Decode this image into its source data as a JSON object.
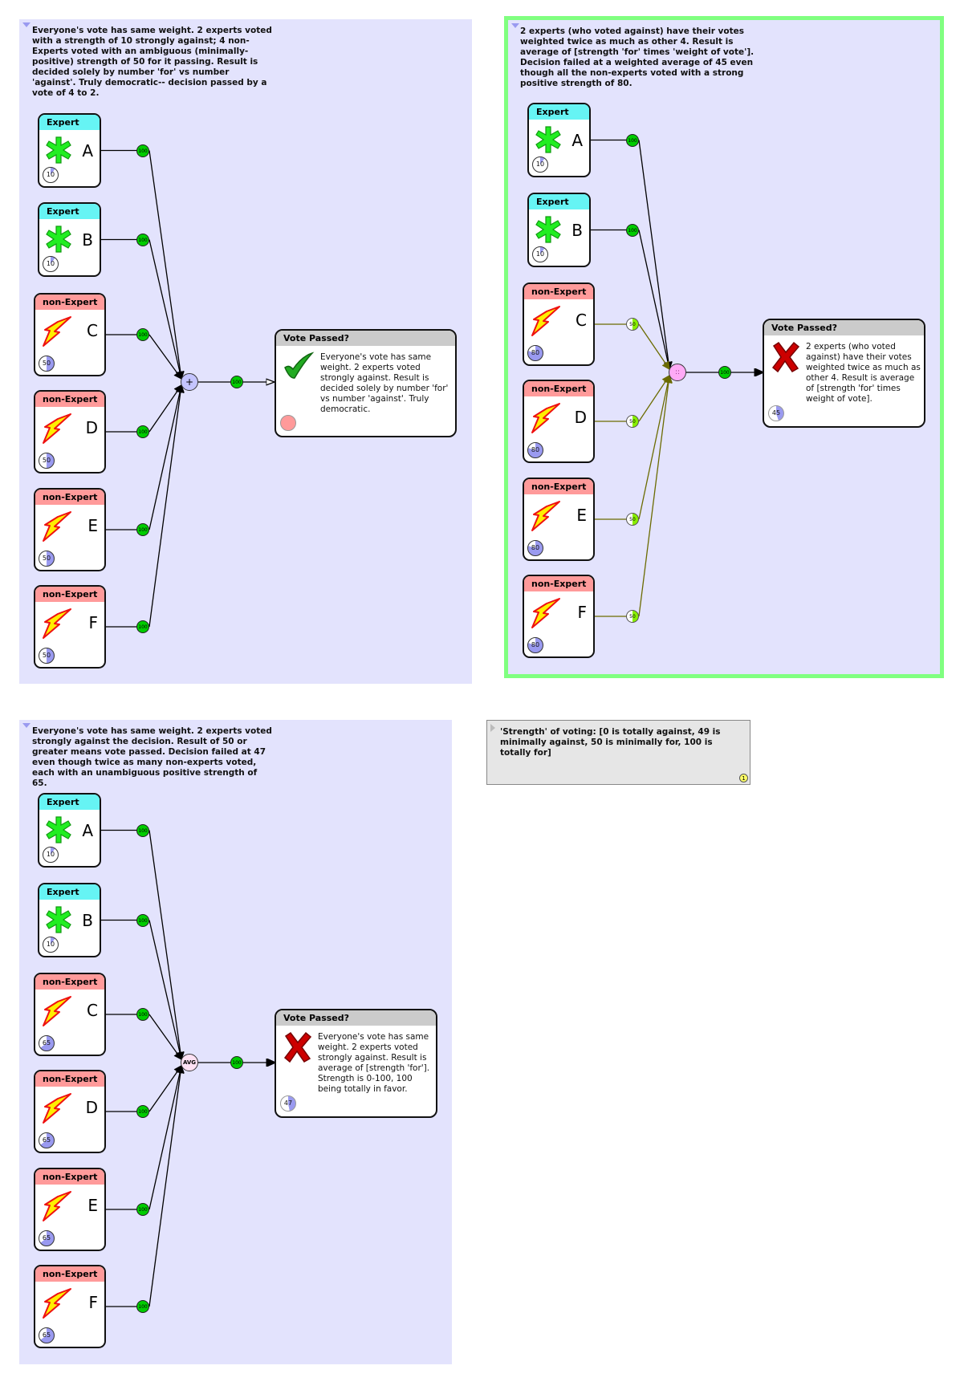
{
  "panels": [
    {
      "description": "Everyone's vote has same weight. 2 experts voted with a strength of 10 strongly against;  4 non-Experts voted  with an ambiguous (minimally-positive) strength of 50 for it passing. Result is decided solely by number 'for' vs number 'against'. Truly democratic-- decision passed by a vote of 4 to 2.",
      "selected": false,
      "combiner_label": "+",
      "combiner_color": "#c4c4ff",
      "output_port": "100",
      "wire_color_nonexpert": "#000000",
      "nodes": [
        {
          "category": "Expert",
          "name": "A",
          "strength": 10,
          "port": "100",
          "port_fill": 1
        },
        {
          "category": "Expert",
          "name": "B",
          "strength": 10,
          "port": "100",
          "port_fill": 1
        },
        {
          "category": "non-Expert",
          "name": "C",
          "strength": 50,
          "port": "100",
          "port_fill": 1
        },
        {
          "category": "non-Expert",
          "name": "D",
          "strength": 50,
          "port": "100",
          "port_fill": 1
        },
        {
          "category": "non-Expert",
          "name": "E",
          "strength": 50,
          "port": "100",
          "port_fill": 1
        },
        {
          "category": "non-Expert",
          "name": "F",
          "strength": 50,
          "port": "100",
          "port_fill": 1
        }
      ],
      "result": {
        "title": "Vote Passed?",
        "icon": "check",
        "text": "Everyone's vote has same weight. 2 experts voted strongly against. Result is decided solely by number 'for' vs number 'against'.  Truly democratic.",
        "badge": null
      }
    },
    {
      "description": "2 experts (who voted against) have their votes weighted twice as much as other 4. Result is average of [strength 'for' times 'weight of vote']. Decision failed at a weighted average of 45 even though all the non-experts voted with a strong positive strength of 80.",
      "selected": true,
      "combiner_label": "::",
      "combiner_color": "#ffaaf6",
      "output_port": "100",
      "wire_color_nonexpert": "#6b6b00",
      "nodes": [
        {
          "category": "Expert",
          "name": "A",
          "strength": 10,
          "port": "100",
          "port_fill": 1
        },
        {
          "category": "Expert",
          "name": "B",
          "strength": 10,
          "port": "100",
          "port_fill": 1
        },
        {
          "category": "non-Expert",
          "name": "C",
          "strength": 80,
          "port": "50",
          "port_fill": 0.5
        },
        {
          "category": "non-Expert",
          "name": "D",
          "strength": 80,
          "port": "50",
          "port_fill": 0.5
        },
        {
          "category": "non-Expert",
          "name": "E",
          "strength": 80,
          "port": "50",
          "port_fill": 0.5
        },
        {
          "category": "non-Expert",
          "name": "F",
          "strength": 80,
          "port": "50",
          "port_fill": 0.5
        }
      ],
      "result": {
        "title": "Vote Passed?",
        "icon": "cross",
        "text": "2 experts (who voted against) have their votes weighted twice as much as other 4. Result is average of [strength 'for' times weight of vote].",
        "badge": 45
      }
    },
    {
      "description": "Everyone's vote has same weight. 2 experts voted strongly against the decision. Result of 50 or greater means vote passed.  Decision failed at 47 even though twice as many non-experts voted, each with an unambiguous positive strength of 65.",
      "selected": false,
      "combiner_label": "AVG",
      "combiner_color": "#ffe2f4",
      "output_port": "100",
      "wire_color_nonexpert": "#000000",
      "nodes": [
        {
          "category": "Expert",
          "name": "A",
          "strength": 10,
          "port": "100",
          "port_fill": 1
        },
        {
          "category": "Expert",
          "name": "B",
          "strength": 10,
          "port": "100",
          "port_fill": 1
        },
        {
          "category": "non-Expert",
          "name": "C",
          "strength": 65,
          "port": "100",
          "port_fill": 1
        },
        {
          "category": "non-Expert",
          "name": "D",
          "strength": 65,
          "port": "100",
          "port_fill": 1
        },
        {
          "category": "non-Expert",
          "name": "E",
          "strength": 65,
          "port": "100",
          "port_fill": 1
        },
        {
          "category": "non-Expert",
          "name": "F",
          "strength": 65,
          "port": "100",
          "port_fill": 1
        }
      ],
      "result": {
        "title": "Vote Passed?",
        "icon": "cross",
        "text": "Everyone's vote has same weight. 2 experts voted strongly against. Result is average of [strength 'for']. Strength is 0-100, 100 being totally in favor.",
        "badge": 47
      }
    }
  ],
  "note": {
    "text": "'Strength' of voting: [0 is totally against, 49 is minimally against, 50 is minimally for, 100 is totally for]",
    "count": "1"
  },
  "colors": {
    "badge_fill": "#9a9af0",
    "port_green": "#00cc00",
    "expert_header": "#66f4f4",
    "nonexpert_header": "#ff9a9a",
    "selection": "#80ff80"
  }
}
